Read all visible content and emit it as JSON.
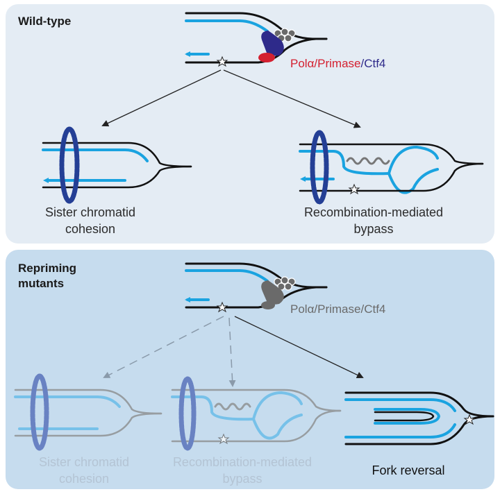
{
  "top_panel": {
    "title": "Wild-type",
    "enzyme": {
      "part1": "Polα",
      "part2": "/Primase",
      "part3": "/Ctf4"
    },
    "outcomes": [
      {
        "line1": "Sister chromatid",
        "line2": "cohesion"
      },
      {
        "line1": "Recombination-mediated",
        "line2": "bypass"
      }
    ]
  },
  "bottom_panel": {
    "title_line1": "Repriming",
    "title_line2": "mutants",
    "enzyme": "Polα/Primase/Ctf4",
    "outcomes": [
      {
        "line1": "Sister chromatid",
        "line2": "cohesion"
      },
      {
        "line1": "Recombination-mediated",
        "line2": "bypass"
      },
      {
        "line1": "Fork reversal"
      }
    ]
  },
  "colors": {
    "top_bg": "#e4ecf4",
    "bottom_bg": "#c6dcee",
    "dna_parental": "#111111",
    "dna_nascent": "#1aa3e0",
    "cohesin": "#243f95",
    "pol_alpha": "#d42030",
    "ctf4": "#2e2a8a",
    "mutant_complex": "#6a6a6a",
    "faded_text": "#b4c4d4"
  }
}
